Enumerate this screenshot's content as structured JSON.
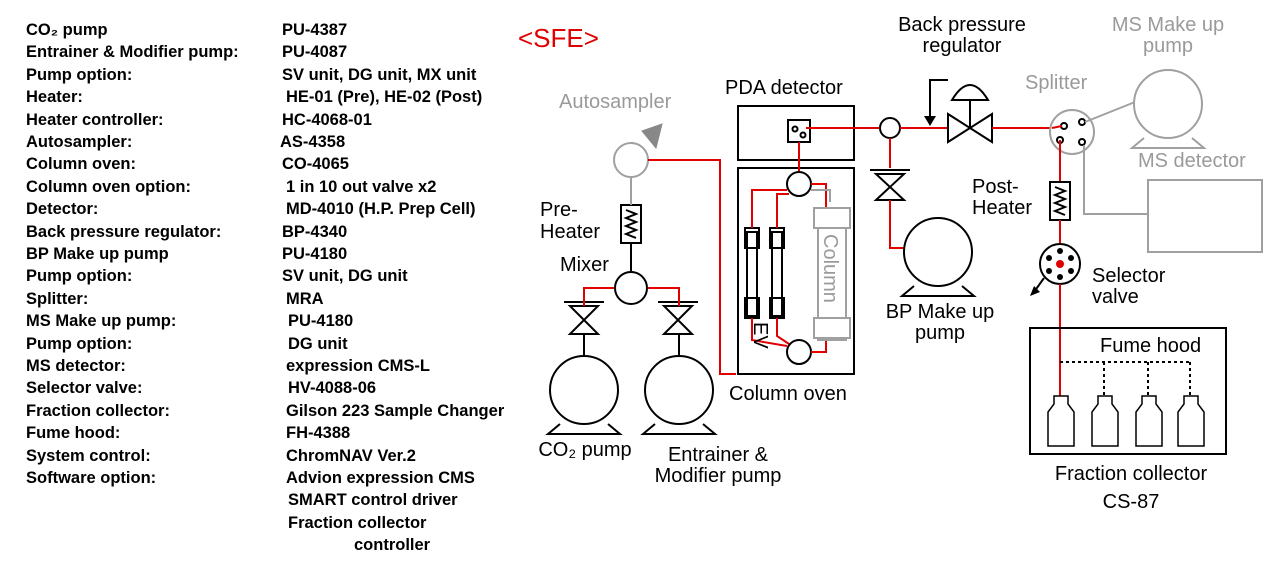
{
  "title": "<SFE>",
  "specs": [
    {
      "label": "CO₂ pump",
      "value": "PU-4387"
    },
    {
      "label": "Entrainer & Modifier pump:",
      "value": "PU-4087"
    },
    {
      "label": "Pump option:",
      "value": "SV unit, DG unit, MX unit"
    },
    {
      "label": "Heater:",
      "value": "HE-01 (Pre), HE-02 (Post)"
    },
    {
      "label": "Heater controller:",
      "value": "HC-4068-01"
    },
    {
      "label": "Autosampler:",
      "value": "AS-4358"
    },
    {
      "label": "Column oven:",
      "value": "CO-4065"
    },
    {
      "label": "Column oven option:",
      "value": "1 in 10 out valve x2"
    },
    {
      "label": "Detector:",
      "value": "MD-4010 (H.P. Prep Cell)"
    },
    {
      "label": "Back pressure regulator:",
      "value": "BP-4340"
    },
    {
      "label": "BP Make up pump",
      "value": "PU-4180"
    },
    {
      "label": "Pump option:",
      "value": "SV unit, DG unit"
    },
    {
      "label": "Splitter:",
      "value": "MRA"
    },
    {
      "label": "MS Make up pump:",
      "value": "PU-4180"
    },
    {
      "label": "Pump option:",
      "value": "DG unit"
    },
    {
      "label": "MS detector:",
      "value": "expression CMS-L"
    },
    {
      "label": "Selector valve:",
      "value": "HV-4088-06"
    },
    {
      "label": "Fraction collector:",
      "value": "Gilson 223 Sample Changer"
    },
    {
      "label": "Fume hood:",
      "value": "FH-4388"
    },
    {
      "label": "System control:",
      "value": "ChromNAV Ver.2"
    },
    {
      "label": "Software option:",
      "value": "Advion expression CMS"
    }
  ],
  "software_option_cont": [
    "SMART control driver",
    "Fraction collector",
    "controller"
  ],
  "diagram": {
    "back_pressure_regulator": [
      "Back pressure",
      "regulator"
    ],
    "ms_make_up_pump": [
      "MS Make up",
      "pump"
    ],
    "splitter": "Splitter",
    "ms_detector": "MS detector",
    "autosampler": "Autosampler",
    "pda_detector": "PDA detector",
    "pre_heater": [
      "Pre-",
      "Heater"
    ],
    "mixer": "Mixer",
    "post_heater": [
      "Post-",
      "Heater"
    ],
    "selector_valve": [
      "Selector",
      "valve"
    ],
    "bp_make_up_pump": [
      "BP Make up",
      "pump"
    ],
    "column": "Column",
    "ev": "EV",
    "column_oven": "Column oven",
    "fume_hood": "Fume hood",
    "co2_pump": "CO₂ pump",
    "entrainer_pump": [
      "Entrainer &",
      "Modifier pump"
    ],
    "fraction_collector": [
      "Fraction collector",
      "CS-87"
    ]
  }
}
